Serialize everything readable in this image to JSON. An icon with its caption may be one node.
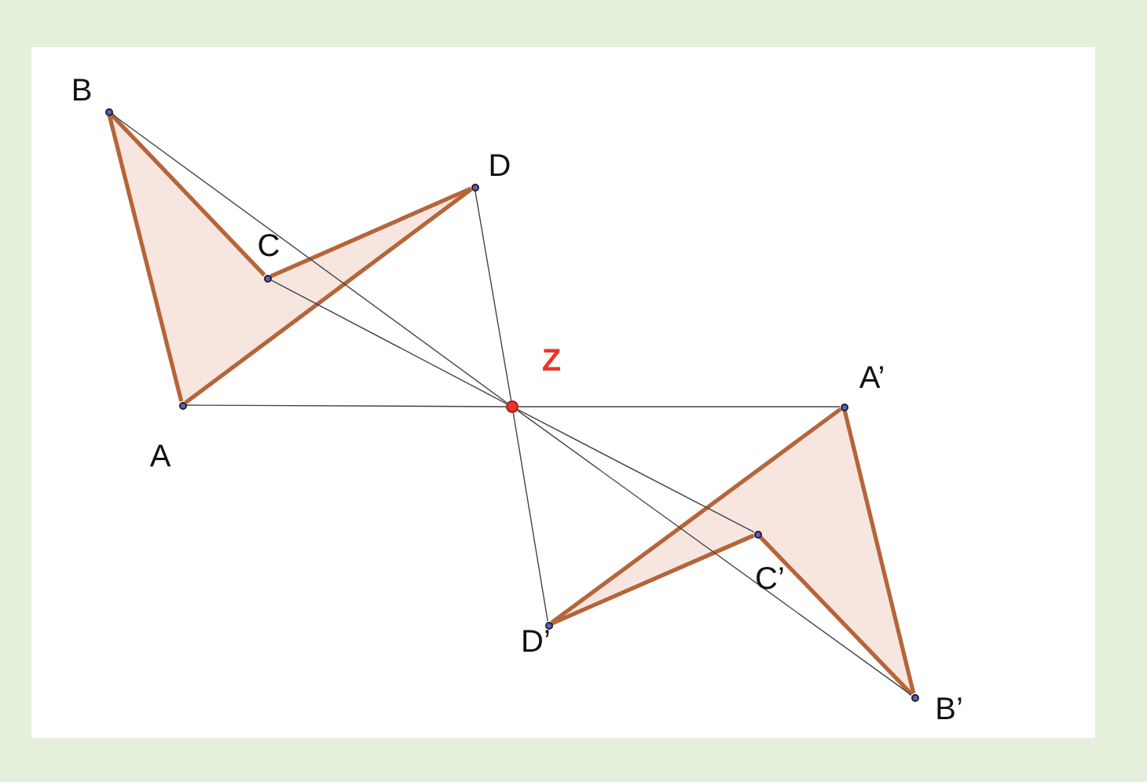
{
  "diagram": {
    "nodes": [
      {
        "text": [],
        "shape": "circle",
        "beside": [
          "B"
        ]
      },
      {
        "text": [],
        "shape": "circle",
        "beside": [
          "D"
        ]
      },
      {
        "text": [],
        "shape": "circle",
        "beside": [
          "C"
        ]
      },
      {
        "text": [],
        "shape": "circle",
        "beside": [
          "Z"
        ]
      },
      {
        "text": [],
        "shape": "circle",
        "beside": [
          "A"
        ]
      },
      {
        "text": [],
        "shape": "circle",
        "beside": [
          "A’"
        ]
      },
      {
        "text": [],
        "shape": "circle",
        "beside": [
          "C’"
        ]
      },
      {
        "text": [],
        "shape": "circle",
        "beside": [
          "D’"
        ]
      },
      {
        "text": [],
        "shape": "circle",
        "beside": [
          "B’"
        ]
      }
    ],
    "edges": [
      {
        "from": 0,
        "to": 4,
        "arrow": "none",
        "style": "thick",
        "color": "#b5653a"
      },
      {
        "from": 4,
        "to": 1,
        "arrow": "none",
        "style": "thick",
        "color": "#b5653a"
      },
      {
        "from": 1,
        "to": 2,
        "arrow": "none",
        "style": "thick",
        "color": "#b5653a"
      },
      {
        "from": 2,
        "to": 0,
        "arrow": "none",
        "style": "thick",
        "color": "#b5653a"
      },
      {
        "from": 5,
        "to": 8,
        "arrow": "none",
        "style": "thick",
        "color": "#b5653a"
      },
      {
        "from": 8,
        "to": 6,
        "arrow": "none",
        "style": "thick",
        "color": "#b5653a"
      },
      {
        "from": 6,
        "to": 7,
        "arrow": "none",
        "style": "thick",
        "color": "#b5653a"
      },
      {
        "from": 7,
        "to": 5,
        "arrow": "none",
        "style": "thick",
        "color": "#b5653a"
      },
      {
        "from": 4,
        "to": 3,
        "arrow": "none",
        "color": "#444444"
      },
      {
        "from": 3,
        "to": 5,
        "arrow": "none",
        "color": "#444444"
      },
      {
        "from": 0,
        "to": 3,
        "arrow": "none",
        "color": "#444444"
      },
      {
        "from": 3,
        "to": 8,
        "arrow": "none",
        "color": "#444444"
      },
      {
        "from": 2,
        "to": 3,
        "arrow": "none",
        "color": "#444444"
      },
      {
        "from": 3,
        "to": 6,
        "arrow": "none",
        "color": "#444444"
      },
      {
        "from": 1,
        "to": 3,
        "arrow": "none",
        "color": "#444444"
      },
      {
        "from": 3,
        "to": 7,
        "arrow": "none",
        "color": "#444444"
      }
    ]
  }
}
